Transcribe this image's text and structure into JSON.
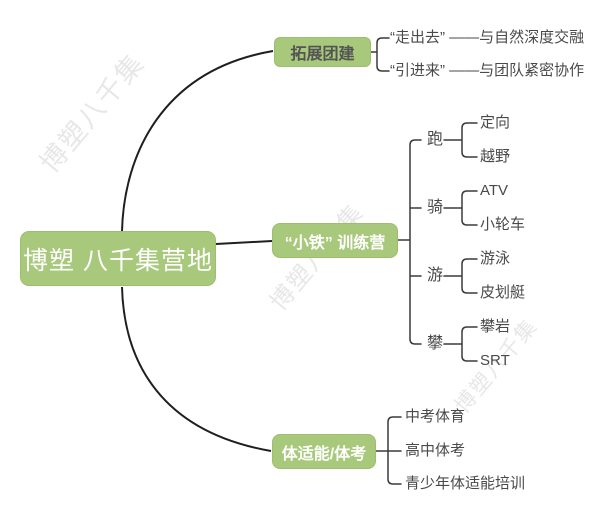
{
  "root": {
    "label": "博塑 八千集营地"
  },
  "branches": [
    {
      "label": "拓展团建",
      "children": [
        {
          "label": "“走出去” ——与自然深度交融"
        },
        {
          "label": "“引进来” ——与团队紧密协作"
        }
      ]
    },
    {
      "label": "“小铁” 训练营",
      "groups": [
        {
          "label": "跑",
          "children": [
            "定向",
            "越野"
          ]
        },
        {
          "label": "骑",
          "children": [
            "ATV",
            "小轮车"
          ]
        },
        {
          "label": "游",
          "children": [
            "游泳",
            "皮划艇"
          ]
        },
        {
          "label": "攀",
          "children": [
            "攀岩",
            "SRT"
          ]
        }
      ]
    },
    {
      "label": "体适能/体考",
      "children": [
        "中考体育",
        "高中体考",
        "青少年体适能培训"
      ]
    }
  ],
  "watermark": {
    "text": "博塑八千集",
    "color": "#e7e7e7"
  },
  "colors": {
    "node_green": "#a8c87c",
    "node_border": "#9dbf6d",
    "branch_dark_label": "#545454",
    "node_white_label": "#ffffff",
    "leaf_text": "#4a4a4a",
    "main_line": "#1f1f1f",
    "bracket_line": "#3a3a3a"
  }
}
